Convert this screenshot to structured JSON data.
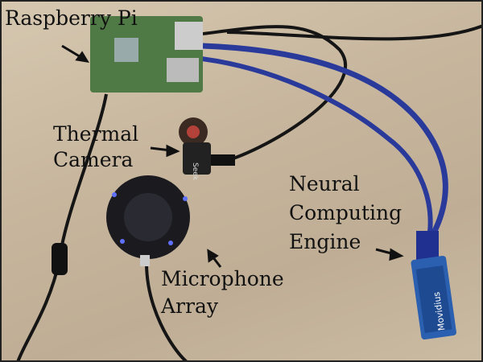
{
  "labels": {
    "raspberry_pi": "Raspberry Pi",
    "thermal_camera": [
      "Thermal",
      "Camera"
    ],
    "neural_engine": [
      "Neural",
      "Computing",
      "Engine"
    ],
    "microphone_array": [
      "Microphone",
      "Array"
    ]
  },
  "device_text": {
    "camera_brand": "Seek",
    "stick_brand": "Movidius"
  },
  "colors": {
    "board_green": "#4f7a45",
    "usb_cable_blue": "#2a3a9a",
    "cable_black": "#151515",
    "stick_blue": "#2b5fb0"
  }
}
